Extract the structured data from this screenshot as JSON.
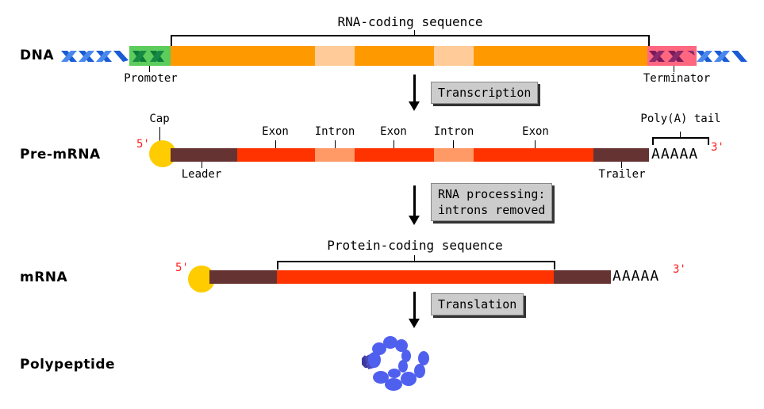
{
  "colors": {
    "dna_blue": "#1a5bd6",
    "promoter_green": "#5ccc5c",
    "promoter_helix": "#0d7a3a",
    "terminator_pink": "#ff6680",
    "terminator_helix": "#7a1a5a",
    "dna_exon_orange": "#ff9900",
    "dna_intron_peach": "#ffcc99",
    "rna_exon_red": "#ff3300",
    "rna_intron_salmon": "#ff9966",
    "utr_brown": "#663333",
    "cap_yellow": "#ffcc00",
    "prime_red": "#ff2020",
    "button_gray": "#cccccc",
    "protein_blue": "#5060ee"
  },
  "rows": {
    "dna": "DNA",
    "pre_mrna": "Pre-mRNA",
    "mrna": "mRNA",
    "polypeptide": "Polypeptide"
  },
  "dna": {
    "rna_coding_label": "RNA-coding sequence",
    "promoter_label": "Promoter",
    "terminator_label": "Terminator"
  },
  "steps": {
    "transcription": "Transcription",
    "rna_processing": "RNA processing:\nintrons removed",
    "translation": "Translation"
  },
  "pre_mrna": {
    "cap_label": "Cap",
    "five_prime": "5'",
    "three_prime": "3'",
    "leader_label": "Leader",
    "trailer_label": "Trailer",
    "poly_a_label": "Poly(A) tail",
    "poly_a_seq": "AAAAA",
    "segments": [
      {
        "type": "exon",
        "label": "Exon"
      },
      {
        "type": "intron",
        "label": "Intron"
      },
      {
        "type": "exon",
        "label": "Exon"
      },
      {
        "type": "intron",
        "label": "Intron"
      },
      {
        "type": "exon",
        "label": "Exon"
      }
    ]
  },
  "mrna": {
    "five_prime": "5'",
    "three_prime": "3'",
    "protein_coding_label": "Protein-coding sequence",
    "poly_a_seq": "AAAAA"
  }
}
